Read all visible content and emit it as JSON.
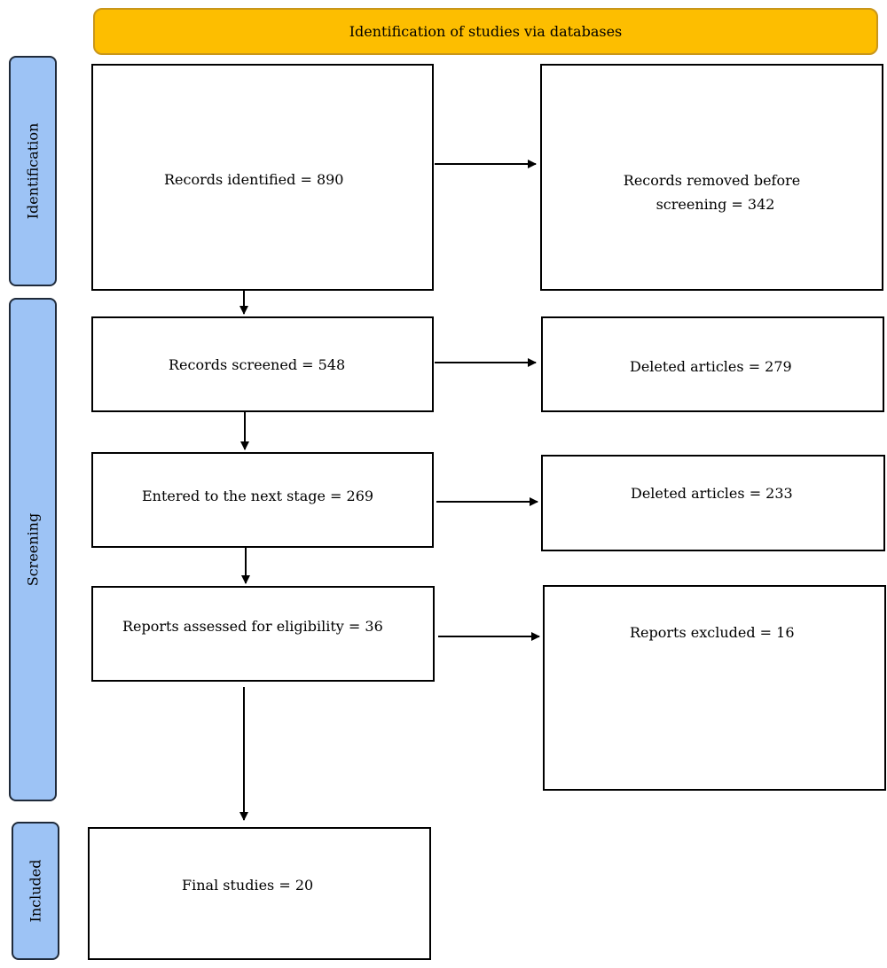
{
  "header": {
    "title": "Identification of studies via databases"
  },
  "phases": {
    "identification": "Identification",
    "screening": "Screening",
    "included": "Included"
  },
  "boxes": {
    "records_identified": "Records identified = 890",
    "records_removed_line1": "Records removed before",
    "records_removed_line2": "screening = 342",
    "records_screened": "Records screened = 548",
    "deleted_articles_1": "Deleted articles = 279",
    "entered_next_stage": "Entered to the next stage = 269",
    "deleted_articles_2": "Deleted articles = 233",
    "reports_assessed": "Reports assessed for eligibility = 36",
    "reports_excluded": "Reports excluded = 16",
    "final_studies": "Final studies = 20"
  },
  "colors": {
    "header_fill": "#FDBE00",
    "phase_fill": "#9DC3F5"
  }
}
